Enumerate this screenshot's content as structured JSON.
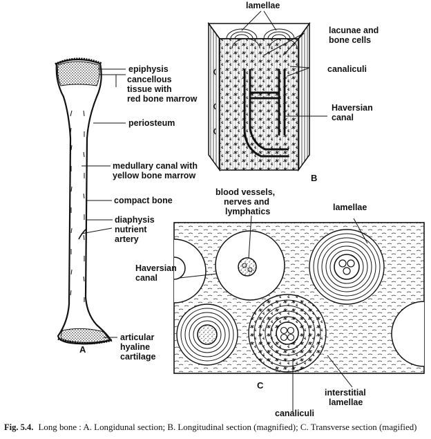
{
  "panels": {
    "a": "A",
    "b": "B",
    "c": "C"
  },
  "labels_a": {
    "epiphysis": "epiphysis",
    "cancellous_1": "cancellous",
    "cancellous_2": "tissue with",
    "cancellous_3": "red bone marrow",
    "periosteum": "periosteum",
    "medullary_1": "medullary canal with",
    "medullary_2": "yellow bone marrow",
    "compact_bone": "compact bone",
    "diaphysis": "diaphysis",
    "nutrient_1": "nutrient",
    "nutrient_2": "artery",
    "articular_1": "articular",
    "articular_2": "hyaline",
    "articular_3": "cartilage"
  },
  "labels_b": {
    "lamellae": "lamellae",
    "lacunae_1": "lacunae and",
    "lacunae_2": "bone cells",
    "canaliculi": "canaliculi",
    "haversian_1": "Haversian",
    "haversian_2": "canal"
  },
  "labels_c": {
    "blood_1": "blood vessels,",
    "blood_2": "nerves and",
    "blood_3": "lymphatics",
    "lamellae": "lamellae",
    "haversian_1": "Haversian",
    "haversian_2": "canal",
    "interstitial_1": "interstitial",
    "interstitial_2": "lamellae",
    "canaliculi": "canaliculi"
  },
  "caption": {
    "prefix": "Fig. 5.4.",
    "text": "Long bone : A. Longidunal section; B. Longitudinal section (magnified); C. Transverse section (magified)"
  }
}
